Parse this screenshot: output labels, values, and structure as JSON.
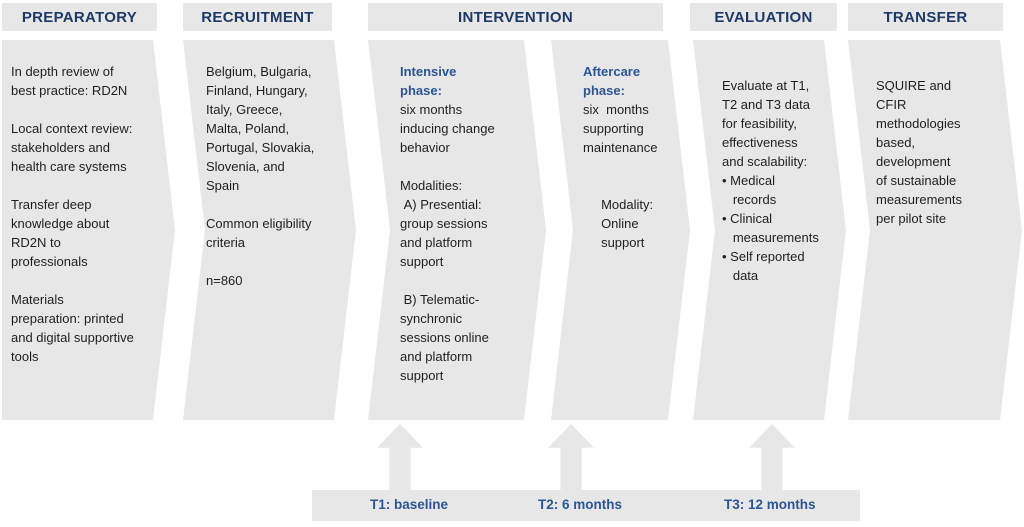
{
  "colors": {
    "shape_bg": "#e7e7e7",
    "header_text": "#1f3864",
    "accent_blue": "#2e5496",
    "body_text": "#1f1f1f"
  },
  "headers": [
    {
      "label": "PREPARATORY"
    },
    {
      "label": "RECRUITMENT"
    },
    {
      "label": "INTERVENTION"
    },
    {
      "label": "EVALUATION"
    },
    {
      "label": "TRANSFER"
    }
  ],
  "panels": {
    "preparatory": {
      "text": "In depth review of\nbest practice: RD2N\n\nLocal context review:\nstakeholders and\nhealth care systems\n\nTransfer deep\nknowledge about\nRD2N to\nprofessionals\n\nMaterials\npreparation: printed\nand digital supportive\ntools"
    },
    "recruitment": {
      "text": "Belgium, Bulgaria,\nFinland, Hungary,\nItaly, Greece,\nMalta, Poland,\nPortugal, Slovakia,\nSlovenia, and\nSpain\n\nCommon eligibility\ncriteria\n\nn=860"
    },
    "intervention_intensive": {
      "title": "Intensive\nphase:",
      "text": "six months\ninducing change\nbehavior\n\nModalities:\n A) Presential:\ngroup sessions\nand platform\nsupport\n\n B) Telematic-\nsynchronic\nsessions online\nand platform\nsupport"
    },
    "intervention_aftercare": {
      "title": "Aftercare\nphase:",
      "text": "six  months\nsupporting\nmaintenance\n\n\n     Modality:\n     Online\n     support"
    },
    "evaluation": {
      "text": "Evaluate at T1,\nT2 and T3 data\nfor feasibility,\neffectiveness\nand scalability:\n• Medical\n   records\n• Clinical\n   measurements\n• Self reported\n   data"
    },
    "transfer": {
      "text": "SQUIRE and\nCFIR\nmethodologies\nbased,\ndevelopment\nof sustainable\nmeasurements\nper pilot site"
    }
  },
  "timeline": {
    "labels": [
      "T1: baseline",
      "T2: 6 months",
      "T3: 12 months"
    ]
  }
}
